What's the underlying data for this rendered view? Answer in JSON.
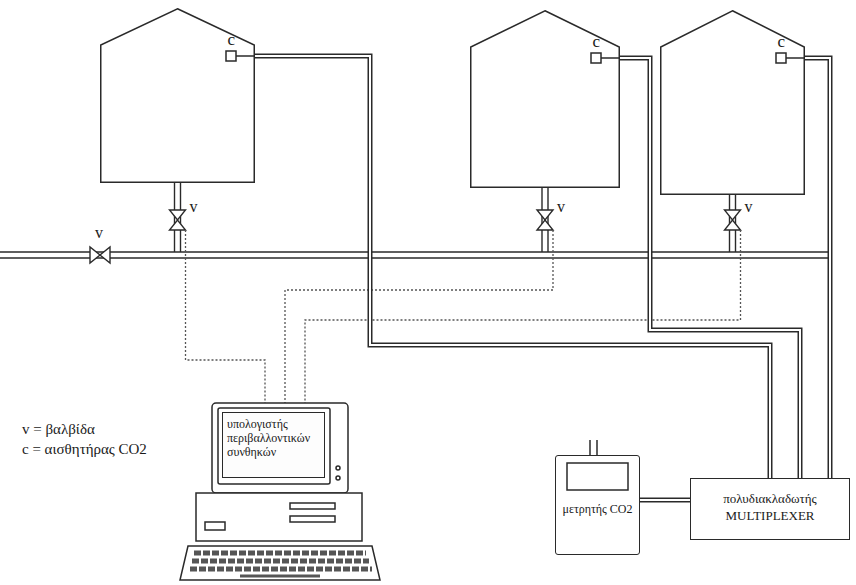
{
  "diagram": {
    "nodes": [
      {
        "text": [
          "c"
        ]
      },
      {
        "text": [
          "c"
        ]
      },
      {
        "text": [
          "c"
        ]
      },
      {
        "text": [
          "υπολογιστής περιβαλλοντικών συνθηκών"
        ]
      },
      {
        "text": [
          "μετρητής CO2"
        ]
      },
      {
        "text": [
          "πολυδιακλαδωτής MULTIPLEXER"
        ]
      }
    ],
    "edges": [
      {
        "from": 0,
        "to": 5,
        "arrow": "none"
      },
      {
        "from": 1,
        "to": 5,
        "arrow": "none"
      },
      {
        "from": 2,
        "to": 5,
        "arrow": "none"
      },
      {
        "from": 4,
        "to": 5,
        "arrow": "none"
      }
    ],
    "labels": [
      "v",
      "v",
      "v",
      "v"
    ],
    "legend": [
      {
        "text": "v = βαλβίδα"
      },
      {
        "text": "c = αισθητήρας CO2"
      }
    ]
  }
}
